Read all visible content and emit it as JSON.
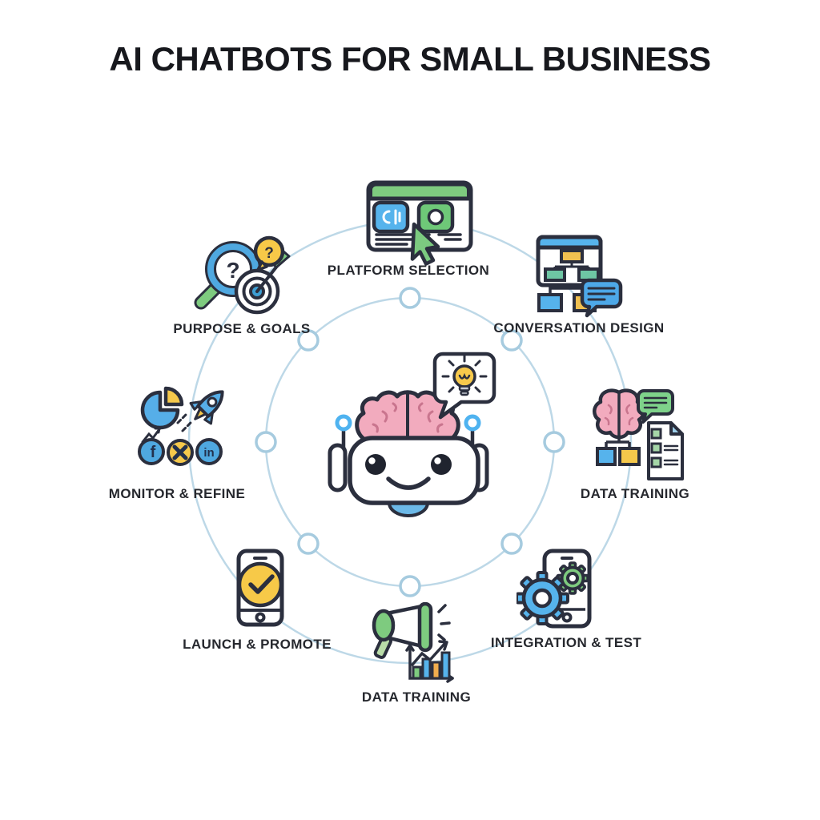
{
  "title": "AI CHATBOTS FOR SMALL BUSINESS",
  "steps": [
    {
      "id": "platform-selection",
      "label": "PLATFORM SELECTION",
      "icon": "browser-window-cursor-icon"
    },
    {
      "id": "conversation-design",
      "label": "CONVERSATION DESIGN",
      "icon": "flowchart-chat-bubble-icon"
    },
    {
      "id": "data-training",
      "label": "DATA TRAINING",
      "icon": "brain-chat-checklist-icon"
    },
    {
      "id": "integration-test",
      "label": "INTEGRATION & TEST",
      "icon": "phone-gears-icon"
    },
    {
      "id": "data-training-2",
      "label": "DATA TRAINING",
      "icon": "megaphone-bar-chart-icon"
    },
    {
      "id": "launch-promote",
      "label": "LAUNCH & PROMOTE",
      "icon": "phone-checkmark-icon"
    },
    {
      "id": "monitor-refine",
      "label": "MONITOR & REFINE",
      "icon": "pie-rocket-social-icon"
    },
    {
      "id": "purpose-goals",
      "label": "PURPOSE & GOALS",
      "icon": "magnifier-target-question-icon"
    }
  ],
  "center": {
    "icon": "chatbot-robot-icon",
    "bubble_icon": "lightbulb-icon",
    "brain_icon": "brain-icon"
  },
  "glyphs": {
    "facebook": "f",
    "linkedin": "in",
    "question_mark": "?"
  },
  "colors": {
    "outline": "#2b2f3e",
    "blue": "#56b3ec",
    "green": "#7ecb7f",
    "teal": "#6ec6a4",
    "yellow": "#f5c84b",
    "orange": "#f0ad4e",
    "pink": "#f2abbe",
    "ring": "#bdd8e7",
    "node": "#a6cbdf",
    "text": "#26282e"
  }
}
